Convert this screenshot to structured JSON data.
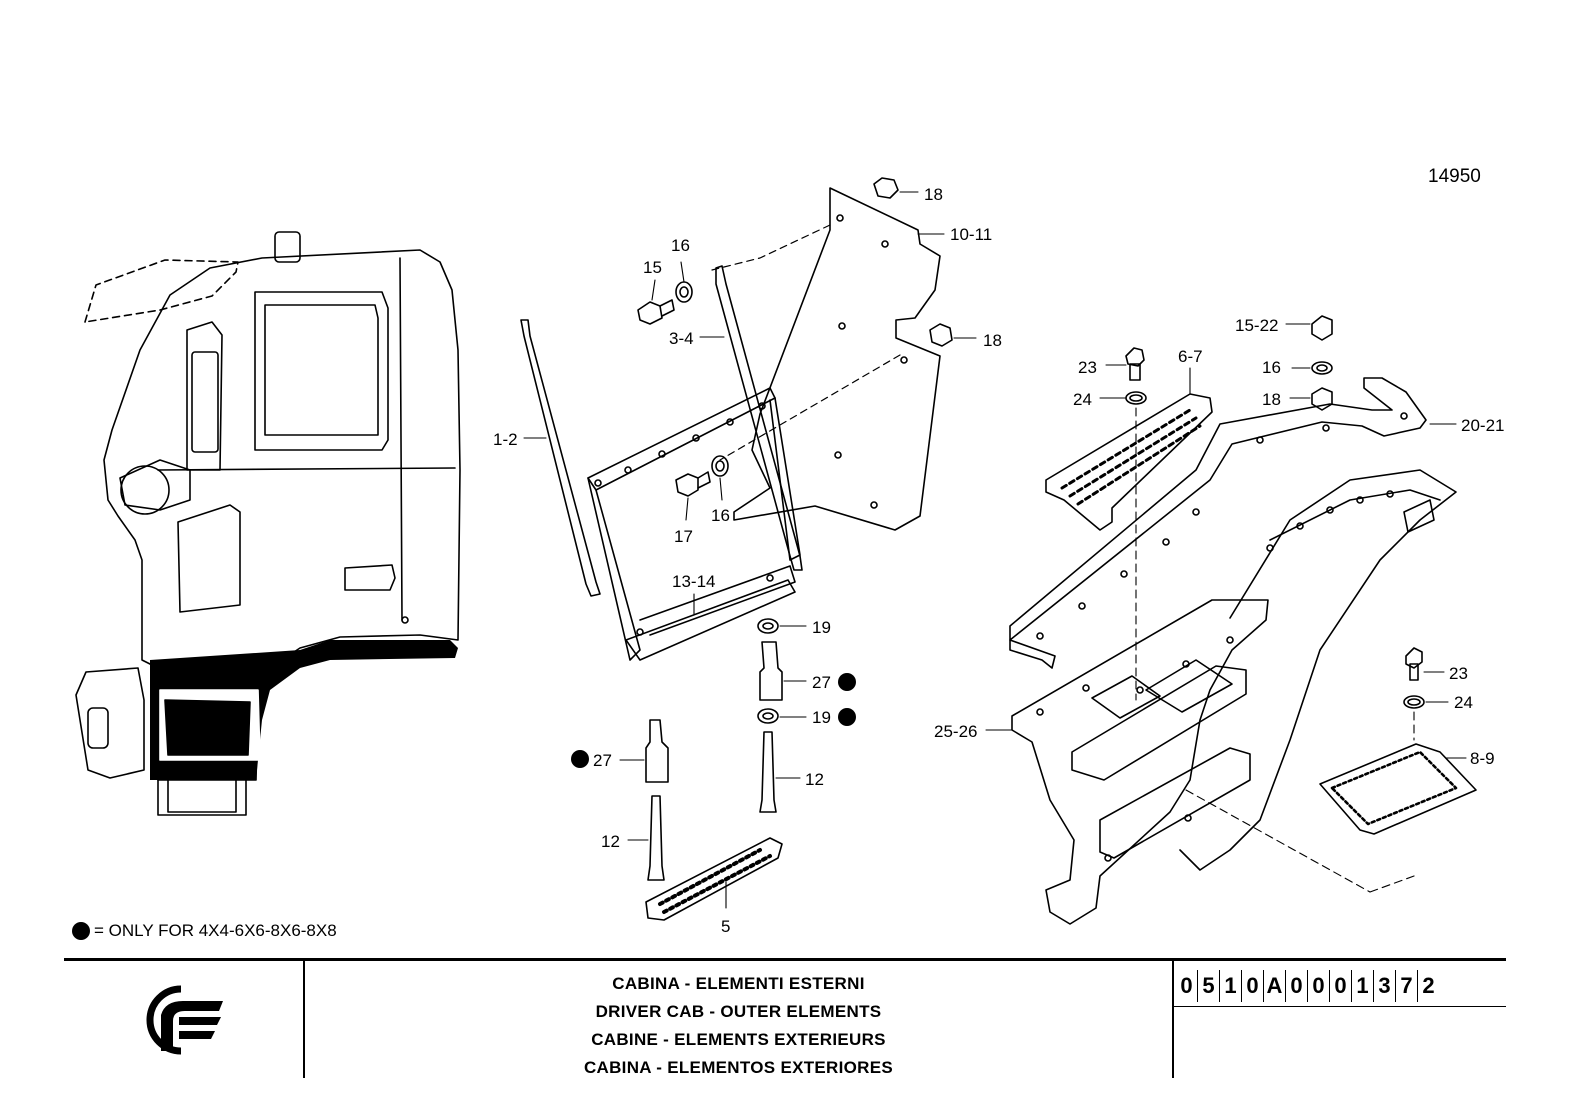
{
  "drawing_number": "14950",
  "legend": {
    "text": "= ONLY FOR 4X4-6X6-8X6-8X8"
  },
  "title_block": {
    "titles": [
      "CABINA - ELEMENTI ESTERNI",
      "DRIVER CAB - OUTER ELEMENTS",
      "CABINE - ELEMENTS EXTERIEURS",
      "CABINA - ELEMENTOS EXTERIORES"
    ],
    "code_chars": [
      "0",
      "5",
      "1",
      "0",
      "A",
      "0",
      "0",
      "0",
      "1",
      "3",
      "7",
      "2"
    ]
  },
  "callouts": [
    {
      "id": "c18a",
      "text": "18"
    },
    {
      "id": "c10-11",
      "text": "10-11"
    },
    {
      "id": "c16a",
      "text": "16"
    },
    {
      "id": "c15",
      "text": "15"
    },
    {
      "id": "c3-4",
      "text": "3-4"
    },
    {
      "id": "c18b",
      "text": "18"
    },
    {
      "id": "c1-2",
      "text": "1-2"
    },
    {
      "id": "c16b",
      "text": "16"
    },
    {
      "id": "c17",
      "text": "17"
    },
    {
      "id": "c13-14",
      "text": "13-14"
    },
    {
      "id": "c19a",
      "text": "19"
    },
    {
      "id": "c27a",
      "text": "27"
    },
    {
      "id": "c19b",
      "text": "19"
    },
    {
      "id": "c27b",
      "text": "27"
    },
    {
      "id": "c12a",
      "text": "12"
    },
    {
      "id": "c12b",
      "text": "12"
    },
    {
      "id": "c5",
      "text": "5"
    },
    {
      "id": "c15-22",
      "text": "15-22"
    },
    {
      "id": "c23a",
      "text": "23"
    },
    {
      "id": "c6-7",
      "text": "6-7"
    },
    {
      "id": "c16c",
      "text": "16"
    },
    {
      "id": "c24a",
      "text": "24"
    },
    {
      "id": "c18c",
      "text": "18"
    },
    {
      "id": "c20-21",
      "text": "20-21"
    },
    {
      "id": "c23b",
      "text": "23"
    },
    {
      "id": "c24b",
      "text": "24"
    },
    {
      "id": "c25-26",
      "text": "25-26"
    },
    {
      "id": "c8-9",
      "text": "8-9"
    }
  ]
}
